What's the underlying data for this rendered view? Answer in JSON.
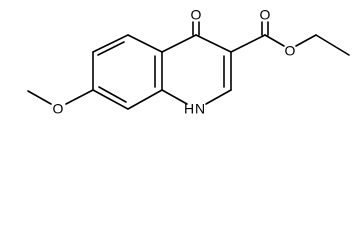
{
  "molecule": {
    "atoms": {
      "carbonyl_oxygen": "O",
      "ester_ether_oxygen": "O",
      "methoxy_oxygen": "O",
      "ring_nitrogen": "N",
      "ring_nitrogen_hydrogen": "H"
    }
  },
  "colors": {
    "bond": "#000000",
    "label": "#000000",
    "background": "#ffffff"
  }
}
